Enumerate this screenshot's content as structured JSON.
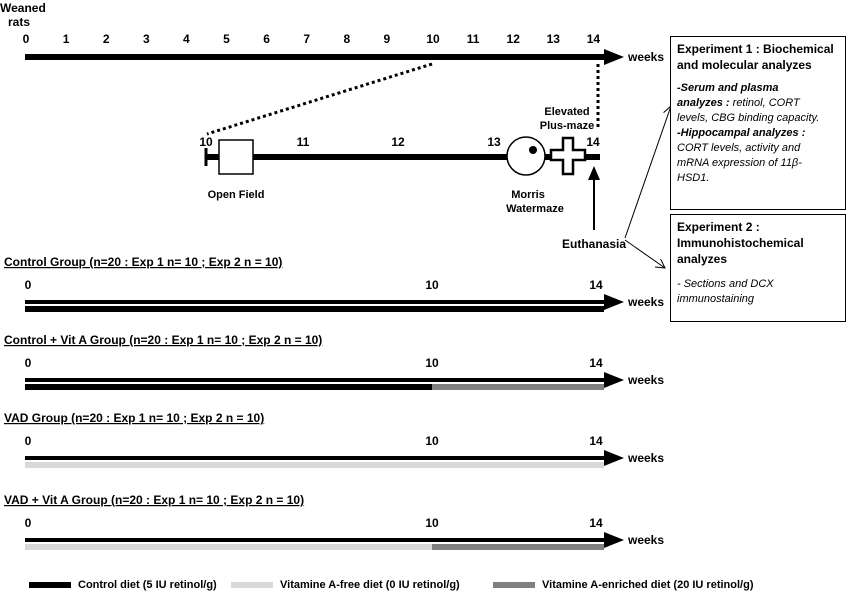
{
  "header": {
    "weaned_label_1": "Weaned",
    "weaned_label_2": "rats"
  },
  "main_timeline": {
    "ticks": [
      "0",
      "1",
      "2",
      "3",
      "4",
      "5",
      "6",
      "7",
      "8",
      "9",
      "10",
      "11",
      "12",
      "13",
      "14"
    ],
    "unit": "weeks"
  },
  "zoom_timeline": {
    "ticks": [
      "10",
      "11",
      "12",
      "13",
      "14"
    ],
    "open_field": "Open Field",
    "morris_1": "Morris",
    "morris_2": "Watermaze",
    "elevated_1": "Elevated",
    "elevated_2": "Plus-maze",
    "euthanasia": "Euthanasia"
  },
  "experiment1": {
    "title_1": "Experiment 1 : Biochemical",
    "title_2": "and molecular analyzes",
    "serum_head": "-Serum and plasma",
    "serum_head_2": "analyzes :",
    "serum_text_1": " retinol, CORT",
    "serum_text_2": "levels, CBG binding capacity.",
    "hippo_head": "-Hippocampal analyzes :",
    "hippo_text_1": "CORT levels, activity and",
    "hippo_text_2": "mRNA expression of 11β-",
    "hippo_text_3": "HSD1."
  },
  "experiment2": {
    "title_1": "Experiment 2 :",
    "title_2": "Immunohistochemical",
    "title_3": "analyzes",
    "text_1": "- Sections and DCX",
    "text_2": "immunostaining"
  },
  "groups": [
    {
      "name": "Control Group (n=20 : Exp 1 n= 10 ; Exp 2 n = 10)",
      "start_label": "0",
      "mid_label": "10",
      "end_label": "14",
      "unit": "weeks",
      "first_diet": "control",
      "second_diet": "control"
    },
    {
      "name": "Control + Vit A Group (n=20 : Exp 1 n= 10 ; Exp 2 n = 10)",
      "start_label": "0",
      "mid_label": "10",
      "end_label": "14",
      "unit": "weeks",
      "first_diet": "control",
      "second_diet": "enriched"
    },
    {
      "name": "VAD Group (n=20 : Exp 1 n= 10 ; Exp 2 n = 10)",
      "start_label": "0",
      "mid_label": "10",
      "end_label": "14",
      "unit": "weeks",
      "first_diet": "free",
      "second_diet": "free"
    },
    {
      "name": "VAD + Vit A Group (n=20 : Exp 1 n= 10 ; Exp 2 n = 10)",
      "start_label": "0",
      "mid_label": "10",
      "end_label": "14",
      "unit": "weeks",
      "first_diet": "free",
      "second_diet": "enriched"
    }
  ],
  "legend": {
    "control": {
      "label": "Control diet (5 IU retinol/g)",
      "color": "#000000"
    },
    "free": {
      "label": "Vitamine A-free diet (0 IU retinol/g)",
      "color": "#d9d9d9"
    },
    "enriched": {
      "label": "Vitamine A-enriched diet (20 IU retinol/g)",
      "color": "#808080"
    }
  }
}
